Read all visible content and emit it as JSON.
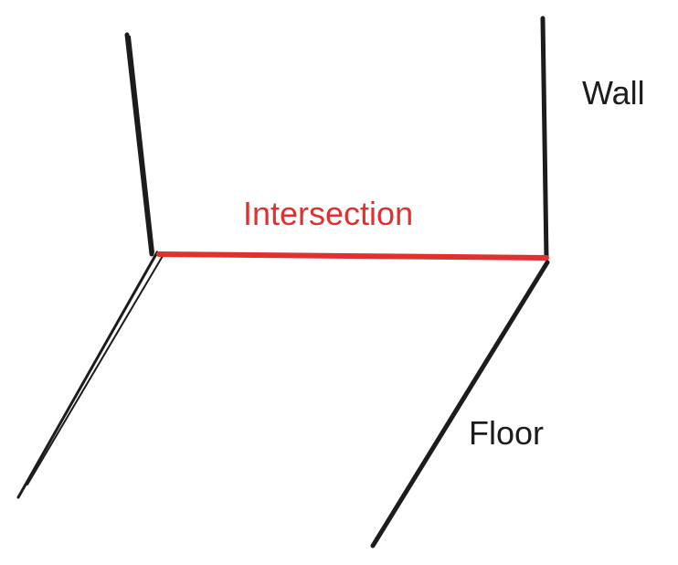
{
  "labels": {
    "wall": "Wall",
    "intersection": "Intersection",
    "floor": "Floor"
  },
  "colors": {
    "ink": "#1c1c1c",
    "accent": "#e03131",
    "background": "#ffffff"
  }
}
